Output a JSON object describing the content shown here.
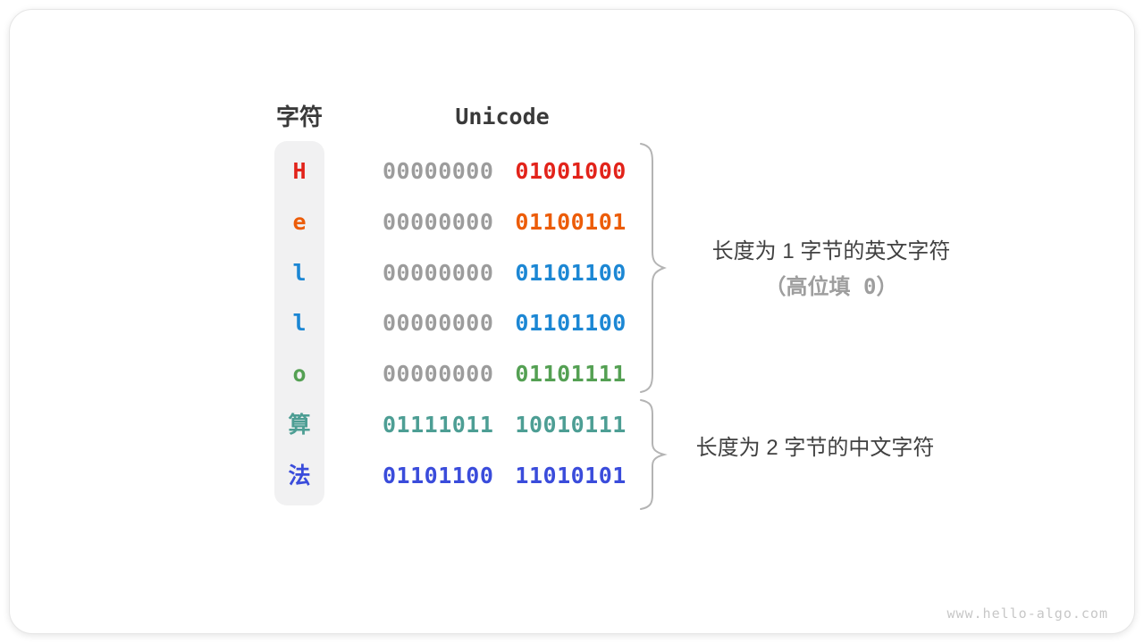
{
  "colors": {
    "muted_binary": "#9c9c9c",
    "brace": "#b4b4b4",
    "header_text": "#3a3a3a",
    "annotation_text": "#414141",
    "annotation_muted": "#9e9e9e",
    "red": "#e2231a",
    "orange": "#ec5c08",
    "blue": "#1c87d4",
    "green": "#54a053",
    "teal": "#4d9e94",
    "royal_blue": "#3a4cdb"
  },
  "headers": {
    "char_label": "字符",
    "unicode_label": "Unicode"
  },
  "rows": [
    {
      "char": "H",
      "char_color": "#e2231a",
      "byte1": "00000000",
      "byte1_color": "#9c9c9c",
      "byte2": "01001000",
      "byte2_color": "#e2231a"
    },
    {
      "char": "e",
      "char_color": "#ec5c08",
      "byte1": "00000000",
      "byte1_color": "#9c9c9c",
      "byte2": "01100101",
      "byte2_color": "#ec5c08"
    },
    {
      "char": "l",
      "char_color": "#1c87d4",
      "byte1": "00000000",
      "byte1_color": "#9c9c9c",
      "byte2": "01101100",
      "byte2_color": "#1c87d4"
    },
    {
      "char": "l",
      "char_color": "#1c87d4",
      "byte1": "00000000",
      "byte1_color": "#9c9c9c",
      "byte2": "01101100",
      "byte2_color": "#1c87d4"
    },
    {
      "char": "o",
      "char_color": "#54a053",
      "byte1": "00000000",
      "byte1_color": "#9c9c9c",
      "byte2": "01101111",
      "byte2_color": "#54a053"
    },
    {
      "char": "算",
      "char_color": "#4d9e94",
      "byte1": "01111011",
      "byte1_color": "#4d9e94",
      "byte2": "10010111",
      "byte2_color": "#4d9e94"
    },
    {
      "char": "法",
      "char_color": "#3a4cdb",
      "byte1": "01101100",
      "byte1_color": "#3a4cdb",
      "byte2": "11010101",
      "byte2_color": "#3a4cdb"
    }
  ],
  "annotations": {
    "english": {
      "line1": "长度为 1 字节的英文字符",
      "line2": "（高位填 0）"
    },
    "chinese": {
      "line1": "长度为 2 字节的中文字符"
    }
  },
  "watermark": "www.hello-algo.com"
}
